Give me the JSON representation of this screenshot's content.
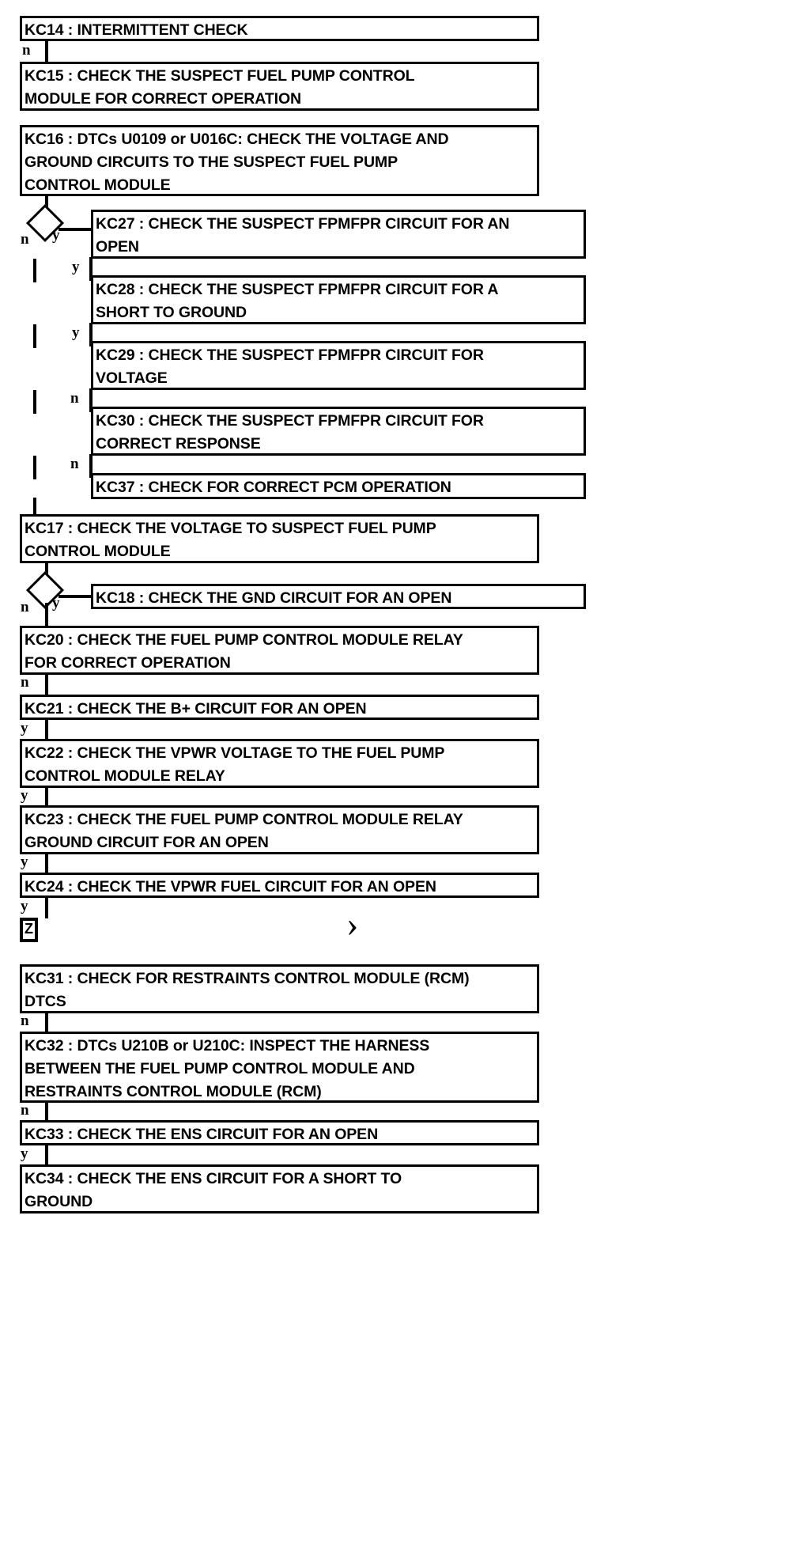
{
  "diagram": {
    "title": "Fuel Pump Control Module Diagnostic Flowchart",
    "type": "flowchart",
    "line_color": "#000000",
    "fill_color": "#ffffff"
  },
  "nodes": [
    {
      "id": "KC14",
      "label": "KC14 : INTERMITTENT CHECK"
    },
    {
      "id": "KC15",
      "label": "KC15 : CHECK THE SUSPECT FUEL PUMP CONTROL\nMODULE FOR CORRECT OPERATION"
    },
    {
      "id": "KC16",
      "label": "KC16 : DTCs U0109 or U016C: CHECK THE VOLTAGE AND\nGROUND CIRCUITS TO THE SUSPECT FUEL PUMP\nCONTROL MODULE"
    },
    {
      "id": "KC27",
      "label": "KC27 : CHECK THE SUSPECT FPMFPR CIRCUIT FOR AN\nOPEN"
    },
    {
      "id": "KC28",
      "label": "KC28 : CHECK THE SUSPECT FPMFPR CIRCUIT FOR A\nSHORT TO GROUND"
    },
    {
      "id": "KC29",
      "label": "KC29 : CHECK THE SUSPECT FPMFPR CIRCUIT FOR\nVOLTAGE"
    },
    {
      "id": "KC30",
      "label": "KC30 : CHECK THE SUSPECT FPMFPR CIRCUIT FOR\nCORRECT RESPONSE"
    },
    {
      "id": "KC37",
      "label": "KC37 : CHECK FOR CORRECT PCM OPERATION"
    },
    {
      "id": "KC17",
      "label": "KC17 : CHECK THE VOLTAGE TO SUSPECT FUEL PUMP\nCONTROL MODULE"
    },
    {
      "id": "KC18",
      "label": "KC18 : CHECK THE GND CIRCUIT FOR AN OPEN"
    },
    {
      "id": "KC20",
      "label": "KC20 : CHECK THE FUEL PUMP CONTROL MODULE RELAY\nFOR CORRECT OPERATION"
    },
    {
      "id": "KC21",
      "label": "KC21 : CHECK THE B+ CIRCUIT FOR AN OPEN"
    },
    {
      "id": "KC22",
      "label": "KC22 : CHECK THE VPWR VOLTAGE TO THE FUEL PUMP\nCONTROL MODULE RELAY"
    },
    {
      "id": "KC23",
      "label": "KC23 : CHECK THE FUEL PUMP CONTROL MODULE RELAY\nGROUND CIRCUIT FOR AN OPEN"
    },
    {
      "id": "KC24",
      "label": "KC24 : CHECK THE VPWR FUEL CIRCUIT FOR AN OPEN"
    },
    {
      "id": "Z",
      "label": "Z"
    },
    {
      "id": "KC31",
      "label": "KC31 : CHECK FOR RESTRAINTS CONTROL MODULE (RCM)\nDTCS"
    },
    {
      "id": "KC32",
      "label": "KC32 : DTCs U210B or U210C: INSPECT THE HARNESS\nBETWEEN THE FUEL PUMP CONTROL MODULE AND\nRESTRAINTS CONTROL MODULE (RCM)"
    },
    {
      "id": "KC33",
      "label": "KC33 : CHECK THE ENS CIRCUIT FOR AN OPEN"
    },
    {
      "id": "KC34",
      "label": "KC34 : CHECK THE ENS CIRCUIT FOR A SHORT TO\nGROUND"
    }
  ],
  "branch_labels": {
    "kc14_to_kc15": "n",
    "kc16_diamond_no": "n",
    "kc16_diamond_yes": "y",
    "kc27_to_kc28": "y",
    "kc28_to_kc29": "y",
    "kc29_to_kc30": "n",
    "kc30_to_kc37": "n",
    "kc17_diamond_no": "n",
    "kc17_diamond_yes": "y",
    "kc20_to_kc21": "n",
    "kc21_to_kc22": "y",
    "kc22_to_kc23": "y",
    "kc23_to_kc24": "y",
    "kc24_to_z": "y",
    "kc31_to_kc32": "n",
    "kc32_to_kc33": "n",
    "kc33_to_kc34": "y"
  },
  "markers": {
    "chevron": "›"
  }
}
